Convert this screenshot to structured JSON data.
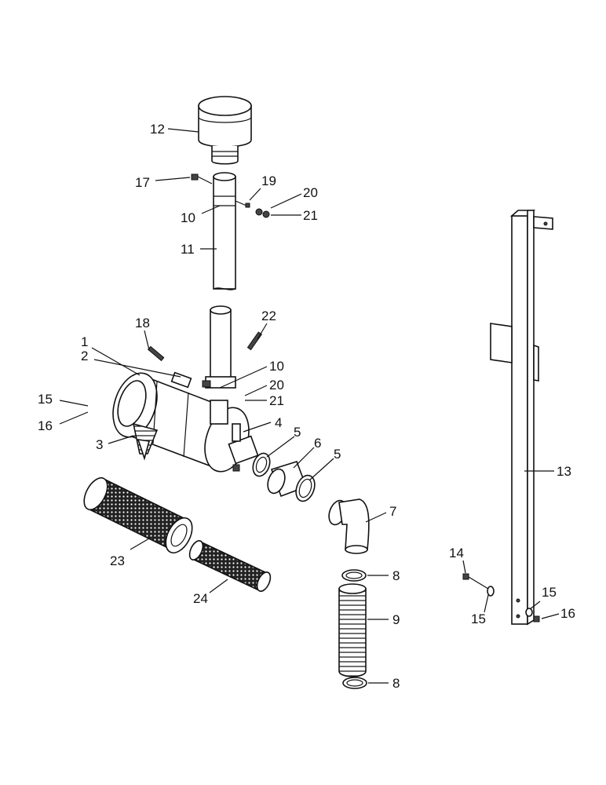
{
  "callouts": {
    "c1": "1",
    "c2": "2",
    "c3": "3",
    "c4": "4",
    "c5a": "5",
    "c5b": "5",
    "c6": "6",
    "c7": "7",
    "c8a": "8",
    "c8b": "8",
    "c9": "9",
    "c10a": "10",
    "c10b": "10",
    "c11": "11",
    "c12": "12",
    "c13": "13",
    "c14": "14",
    "c15a": "15",
    "c15b": "15",
    "c15c": "15",
    "c16a": "16",
    "c16b": "16",
    "c17": "17",
    "c18": "18",
    "c19": "19",
    "c20a": "20",
    "c20b": "20",
    "c21a": "21",
    "c21b": "21",
    "c22": "22",
    "c23": "23",
    "c24": "24"
  }
}
